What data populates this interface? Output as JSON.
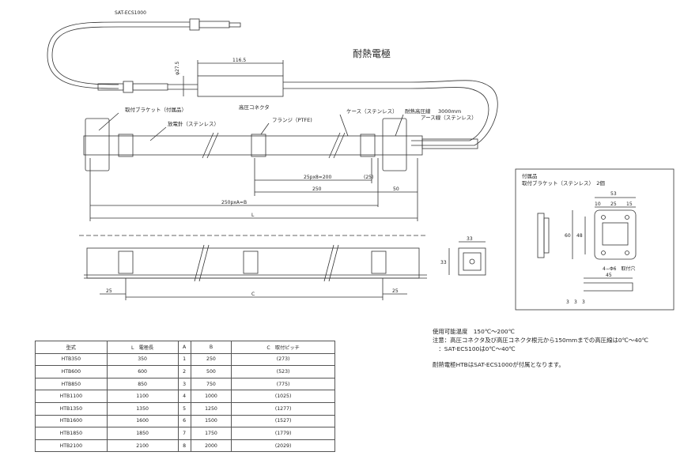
{
  "drawing": {
    "title": "耐熱電極",
    "labels": {
      "connector_model": "SAT-ECS1000",
      "dia": "φ27.5",
      "len_116": "116.5",
      "hv_connector": "高圧コネクタ",
      "bracket_acc": "取付ブラケット（付属品）",
      "needle": "放電針（ステンレス）",
      "flange": "フランジ（PTFE)",
      "case": "ケース（ステンレス）",
      "hv_cable": "耐熱高圧線",
      "len_3000": "3000mm",
      "earth": "アース線（ステンレス）",
      "pitch_200": "25px8=200",
      "pitch_25": "(25)",
      "dim_250": "250",
      "dim_50": "50",
      "dim_250a": "250pxA=B",
      "dim_L": "L",
      "dim_33a": "33",
      "dim_33b": "33",
      "dim_25l": "25",
      "dim_C": "C",
      "dim_25r": "25"
    },
    "accessory": {
      "title": "付属品",
      "subtitle": "取付ブラケット（ステンレス）　2個",
      "dim_53": "53",
      "dim_10": "10",
      "dim_25": "25",
      "dim_15": "15",
      "dim_60": "60",
      "dim_48": "48",
      "hole": "4−Φ6　取付穴",
      "dim_45": "45",
      "dim_3a": "3",
      "dim_3b": "3",
      "dim_3c": "3"
    }
  },
  "notes": {
    "line1": "使用可能温度　150℃～200℃",
    "line2": "注意：高圧コネクタ及び高圧コネクタ根元から150mmまでの高圧線は0℃～40℃",
    "line3": "　：SAT-ECS100は0℃～40℃",
    "line4": "耐熱電極HTBはSAT-ECS1000が付属となります。"
  },
  "table": {
    "headers": [
      "型式",
      "L　電極長",
      "A",
      "B",
      "C　取付ピッチ"
    ],
    "rows": [
      [
        "HTB350",
        "350",
        "1",
        "250",
        "(273)"
      ],
      [
        "HTB600",
        "600",
        "2",
        "500",
        "(523)"
      ],
      [
        "HTB850",
        "850",
        "3",
        "750",
        "(775)"
      ],
      [
        "HTB1100",
        "1100",
        "4",
        "1000",
        "(1025)"
      ],
      [
        "HTB1350",
        "1350",
        "5",
        "1250",
        "(1277)"
      ],
      [
        "HTB1600",
        "1600",
        "6",
        "1500",
        "(1527)"
      ],
      [
        "HTB1850",
        "1850",
        "7",
        "1750",
        "(1779)"
      ],
      [
        "HTB2100",
        "2100",
        "8",
        "2000",
        "(2029)"
      ]
    ]
  }
}
